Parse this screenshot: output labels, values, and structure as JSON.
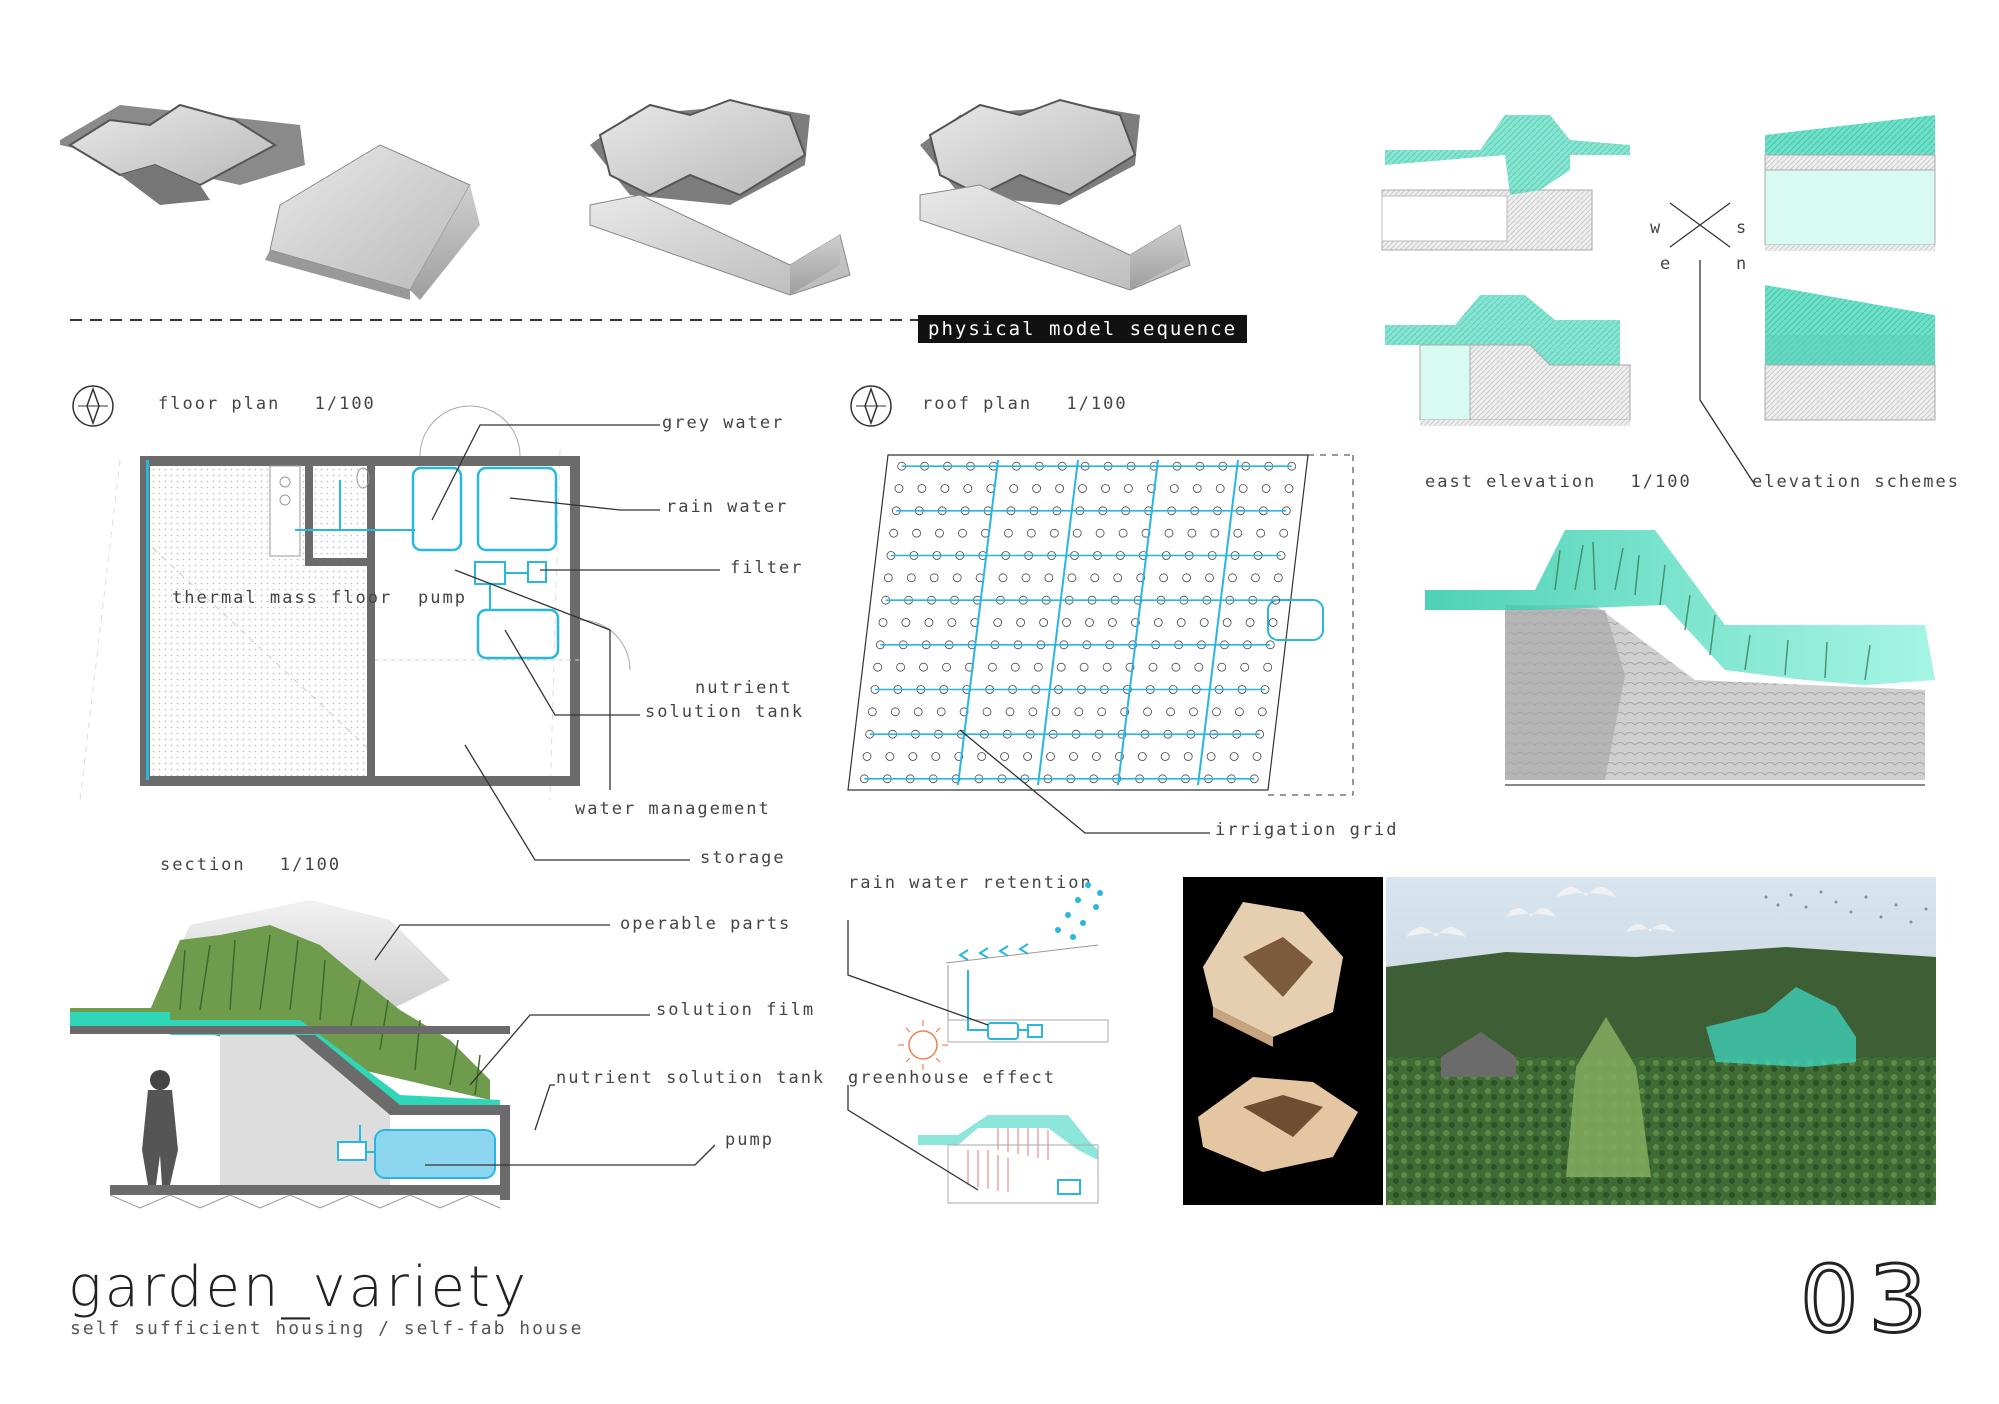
{
  "sequence": {
    "label": "physical model sequence"
  },
  "floor_plan": {
    "title": "floor plan",
    "scale": "1/100",
    "labels": {
      "grey_water": "grey water",
      "rain_water": "rain water",
      "filter": "filter",
      "thermal_mass_floor": "thermal mass floor",
      "pump": "pump",
      "nutrient": "nutrient",
      "solution_tank": "solution tank",
      "water_management": "water management",
      "storage": "storage"
    }
  },
  "roof_plan": {
    "title": "roof plan",
    "scale": "1/100",
    "irrigation": "irrigation grid"
  },
  "elevations": {
    "east_elevation": "east elevation",
    "scale": "1/100",
    "schemes": "elevation schemes",
    "compass": {
      "w": "w",
      "s": "s",
      "e": "e",
      "n": "n"
    }
  },
  "section": {
    "title": "section",
    "scale": "1/100",
    "labels": {
      "operable_parts": "operable parts",
      "solution_film": "solution film",
      "nutrient_solution_tank": "nutrient solution tank",
      "pump": "pump"
    }
  },
  "diagrams": {
    "rain_water_retention": "rain water retention",
    "greenhouse_effect": "greenhouse effect"
  },
  "footer": {
    "title": "garden_variety",
    "subtitle": "self sufficient housing / self-fab house",
    "page_number": "03"
  },
  "colors": {
    "accent": "#3fd6c0",
    "water": "#29b6e0",
    "wall": "#6b6b6b"
  }
}
